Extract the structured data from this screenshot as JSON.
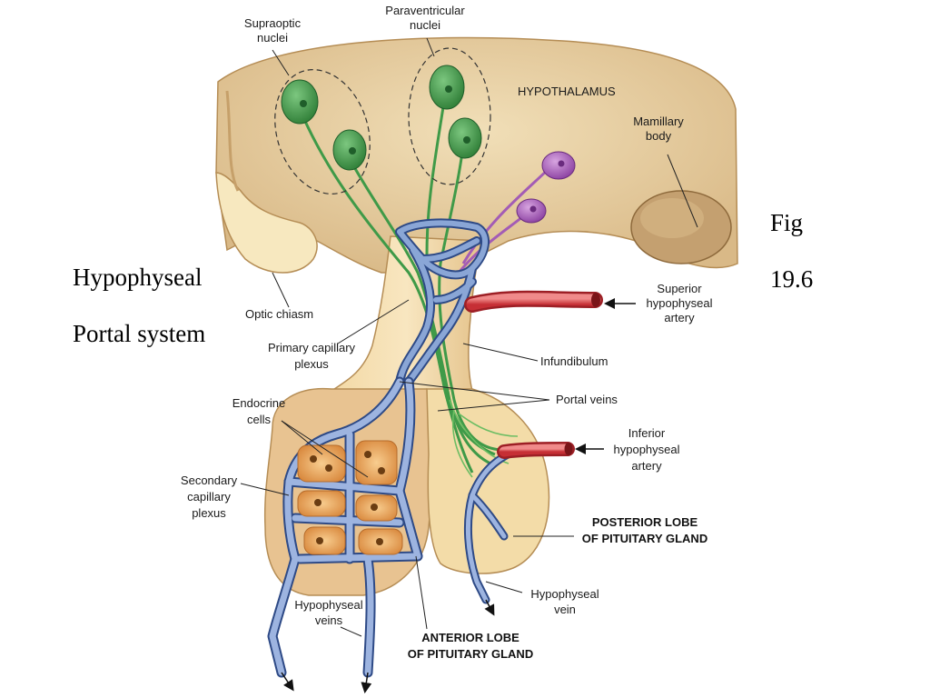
{
  "slide": {
    "title_line1": "Hypophyseal",
    "title_line2": "Portal system",
    "fig_line1": "Fig",
    "fig_line2": "19.6"
  },
  "labels": {
    "supraoptic_1": "Supraoptic",
    "supraoptic_2": "nuclei",
    "paraventricular_1": "Paraventricular",
    "paraventricular_2": "nuclei",
    "hypothalamus": "HYPOTHALAMUS",
    "mamillary_1": "Mamillary",
    "mamillary_2": "body",
    "optic_chiasm": "Optic chiasm",
    "primary_capillary_1": "Primary capillary",
    "primary_capillary_2": "plexus",
    "superior_1": "Superior",
    "superior_2": "hypophyseal",
    "superior_3": "artery",
    "infundibulum": "Infundibulum",
    "portal_veins": "Portal veins",
    "endocrine_1": "Endocrine",
    "endocrine_2": "cells",
    "inferior_1": "Inferior",
    "inferior_2": "hypophyseal",
    "inferior_3": "artery",
    "secondary_1": "Secondary",
    "secondary_2": "capillary",
    "secondary_3": "plexus",
    "posterior_1": "POSTERIOR LOBE",
    "posterior_2": "OF PITUITARY GLAND",
    "hypophyseal_vein_1": "Hypophyseal",
    "hypophyseal_vein_2": "vein",
    "hypophyseal_veins_1": "Hypophyseal",
    "hypophyseal_veins_2": "veins",
    "anterior_1": "ANTERIOR LOBE",
    "anterior_2": "OF PITUITARY GLAND"
  },
  "colors": {
    "tissue": "#e9d2a6",
    "tissue_light": "#f7ecc8",
    "tissue_dark": "#c9a26a",
    "neuron": "#3f9a48",
    "neuron_dark": "#1f5e2a",
    "neuron_purple": "#a35cb5",
    "vessel_blue": "#6f8fc8",
    "vessel_blue_dark": "#2e4a86",
    "artery_red": "#d9464a",
    "cell_orange": "#e8a05a"
  }
}
